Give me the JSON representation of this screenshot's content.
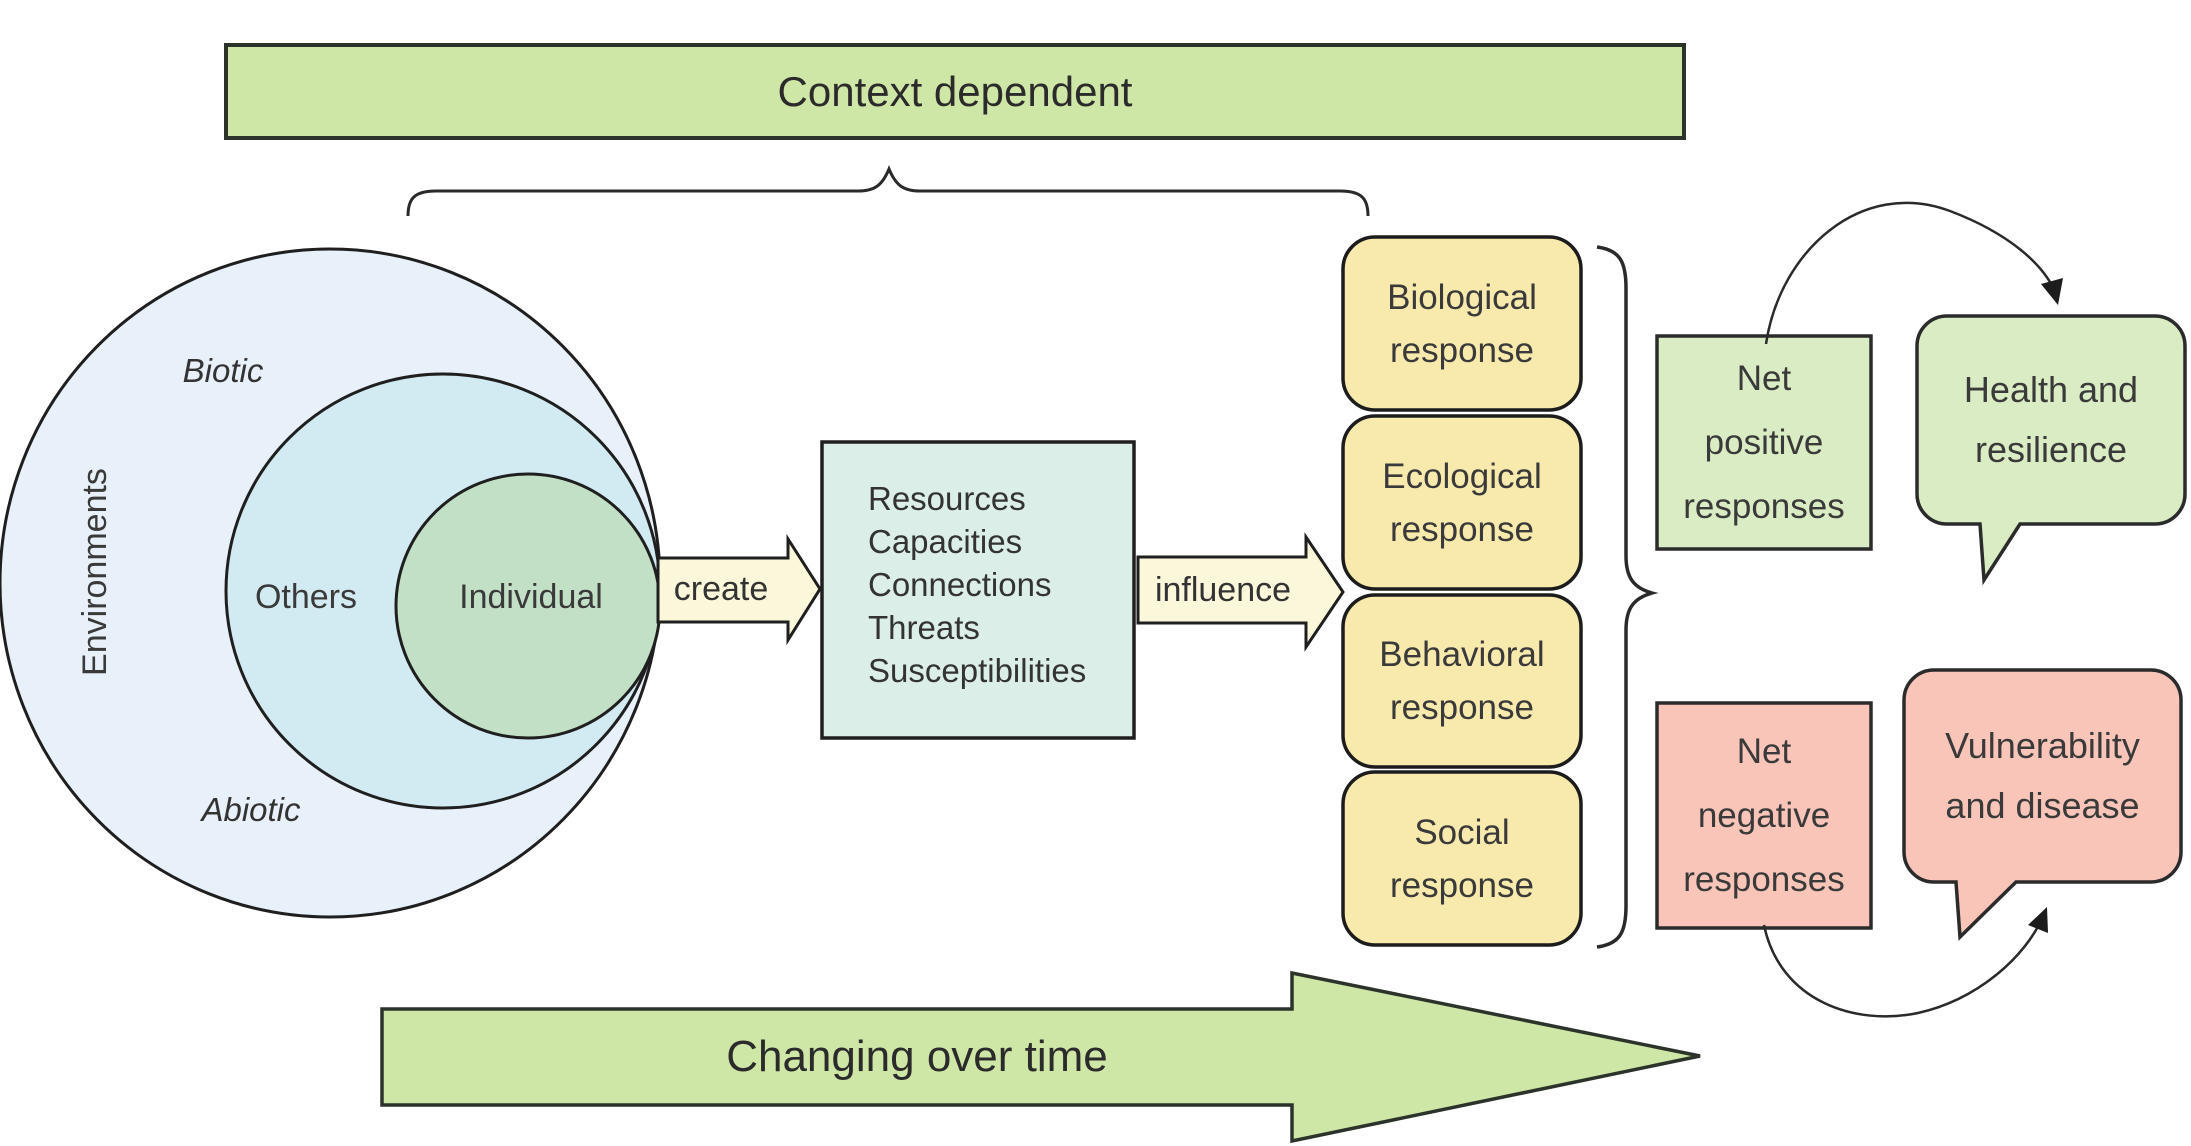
{
  "banner": {
    "label": "Context dependent"
  },
  "venn": {
    "environments": "Environments",
    "biotic": "Biotic",
    "abiotic": "Abiotic",
    "others": "Others",
    "individual": "Individual"
  },
  "arrows": {
    "create": "create",
    "influence": "influence"
  },
  "attributes_box": {
    "items": [
      "Resources",
      "Capacities",
      "Connections",
      "Threats",
      "Susceptibilities"
    ]
  },
  "responses": [
    {
      "line1": "Biological",
      "line2": "response"
    },
    {
      "line1": "Ecological",
      "line2": "response"
    },
    {
      "line1": "Behavioral",
      "line2": "response"
    },
    {
      "line1": "Social",
      "line2": "response"
    }
  ],
  "outcomes": {
    "net_positive": {
      "line1": "Net",
      "line2": "positive",
      "line3": "responses"
    },
    "health": {
      "line1": "Health and",
      "line2": "resilience"
    },
    "net_negative": {
      "line1": "Net",
      "line2": "negative",
      "line3": "responses"
    },
    "vulnerability": {
      "line1": "Vulnerability",
      "line2": "and disease"
    }
  },
  "timeline": {
    "label": "Changing over time"
  },
  "colors": {
    "green": "#cfe7a6",
    "yellow": "#f8e9ac",
    "cream": "#fbf7da",
    "teal_box": "#dbeee8",
    "circle_outer": "#e8f1fa",
    "circle_middle": "#d2eaf2",
    "circle_inner": "#c2e0c5",
    "positive": "#d9ecc3",
    "negative": "#f8c5b8",
    "stroke": "#262626",
    "text": "#333333"
  }
}
